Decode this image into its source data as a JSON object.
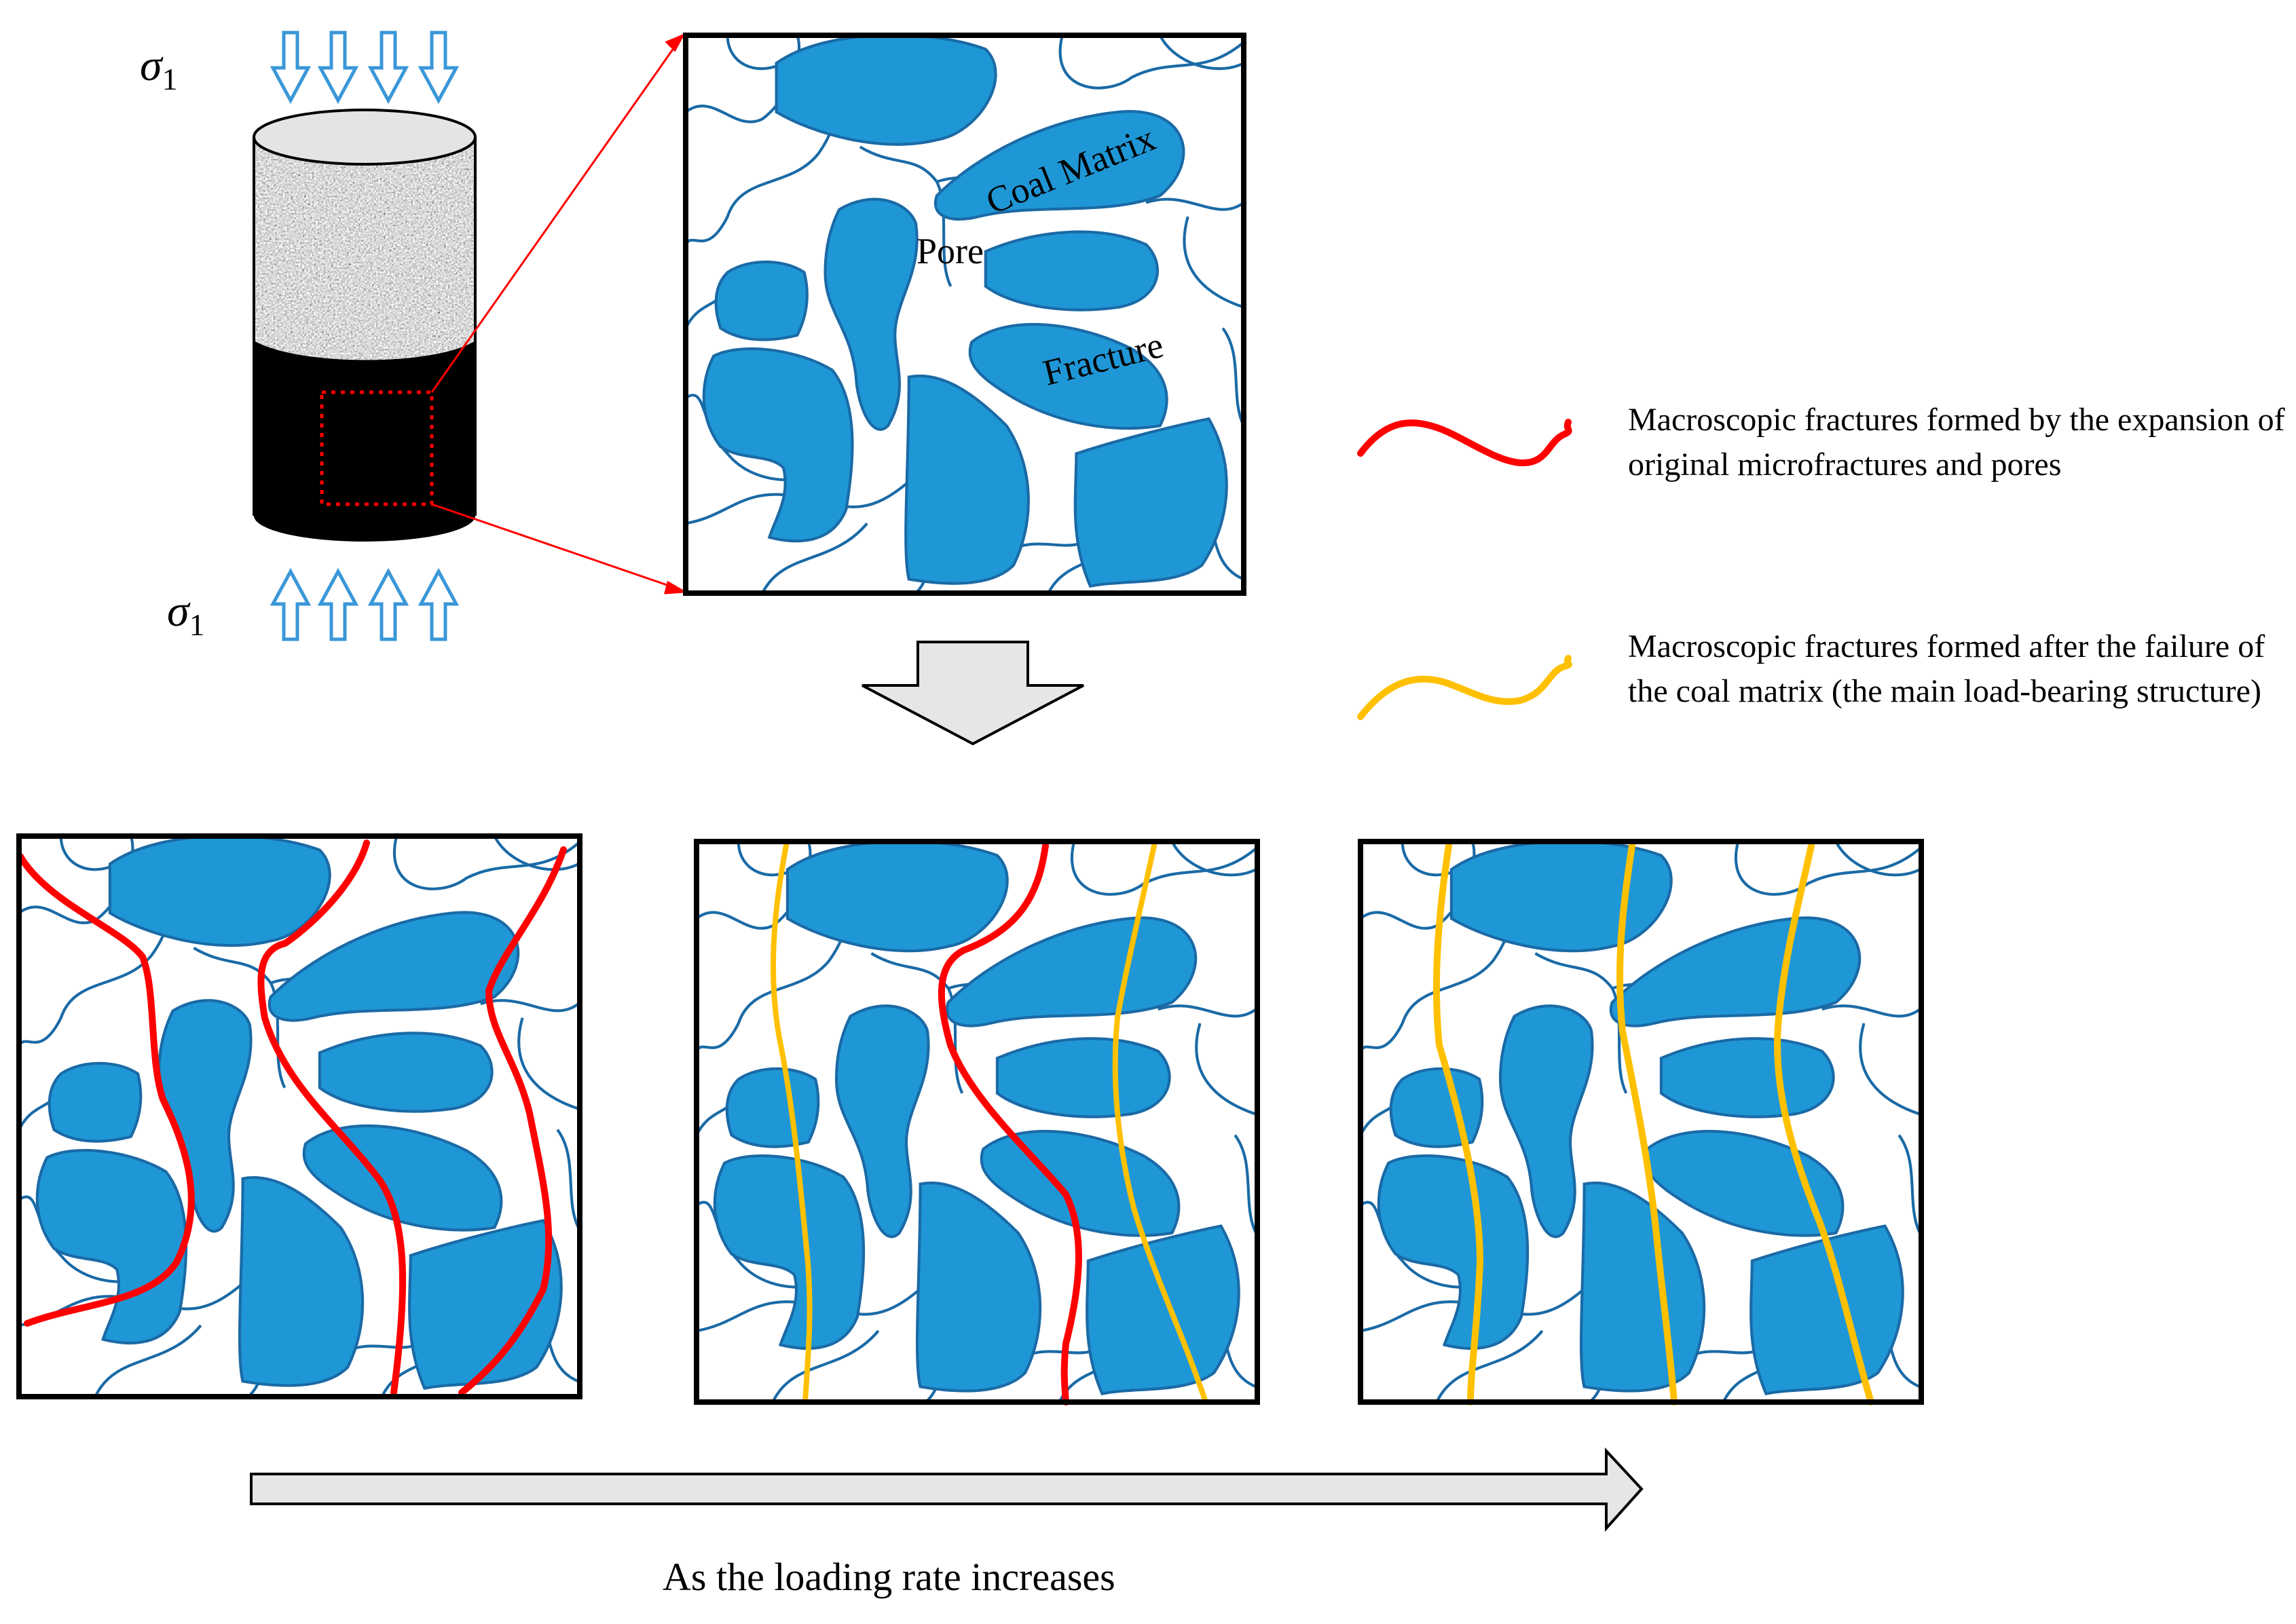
{
  "specimen": {
    "stress_top": "σ",
    "stress_top_sub": "1",
    "stress_bottom": "σ",
    "stress_bottom_sub": "1"
  },
  "detail": {
    "label_matrix": "Coal Matrix",
    "label_pore": "Pore",
    "label_fracture": "Fracture"
  },
  "legend": [
    {
      "text": "Macroscopic fractures formed by the expansion of original microfractures and pores",
      "color": "#ff0000"
    },
    {
      "text": "Macroscopic fractures formed after the failure of the coal matrix (the main load-bearing structure)",
      "color": "#ffc000"
    }
  ],
  "progression": {
    "caption": "As the loading rate increases"
  },
  "colors": {
    "matrix_fill": "#1f97d6",
    "outline": "#1a6aa6",
    "arrow_blue": "#3a97d8",
    "red_fracture": "#ff0000",
    "yellow_fracture": "#ffc000",
    "arrow_gray": "#e6e6e6"
  }
}
